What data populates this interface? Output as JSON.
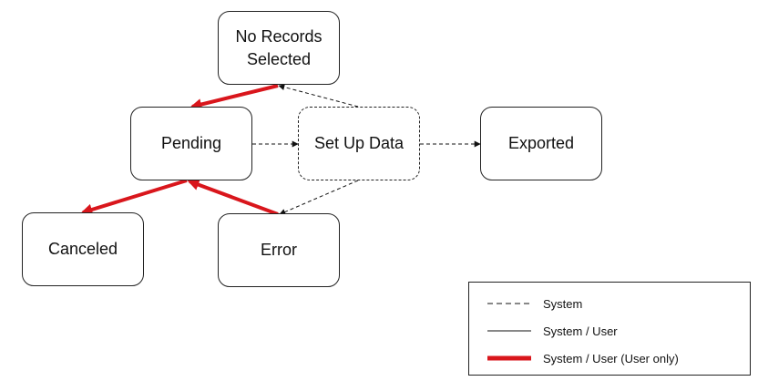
{
  "states": {
    "no_records": "No Records\nSelected",
    "pending": "Pending",
    "setup": "Set Up Data",
    "exported": "Exported",
    "canceled": "Canceled",
    "error": "Error"
  },
  "legend": {
    "items": [
      {
        "label": "System",
        "style": "dashed"
      },
      {
        "label": "System / User",
        "style": "solid"
      },
      {
        "label": "System / User (User only)",
        "style": "bold-red"
      }
    ]
  },
  "colors": {
    "system": "#111111",
    "user_only": "#d9161c",
    "border": "#222222"
  },
  "transitions": [
    {
      "from": "Set Up Data",
      "to": "No Records\nSelected",
      "type": "System"
    },
    {
      "from": "Pending",
      "to": "Set Up Data",
      "type": "System"
    },
    {
      "from": "Set Up Data",
      "to": "Exported",
      "type": "System"
    },
    {
      "from": "Set Up Data",
      "to": "Error",
      "type": "System"
    },
    {
      "from": "No Records\nSelected",
      "to": "Pending",
      "type": "System / User (User only)"
    },
    {
      "from": "Pending",
      "to": "Canceled",
      "type": "System / User (User only)"
    },
    {
      "from": "Error",
      "to": "Pending",
      "type": "System / User (User only)"
    }
  ]
}
